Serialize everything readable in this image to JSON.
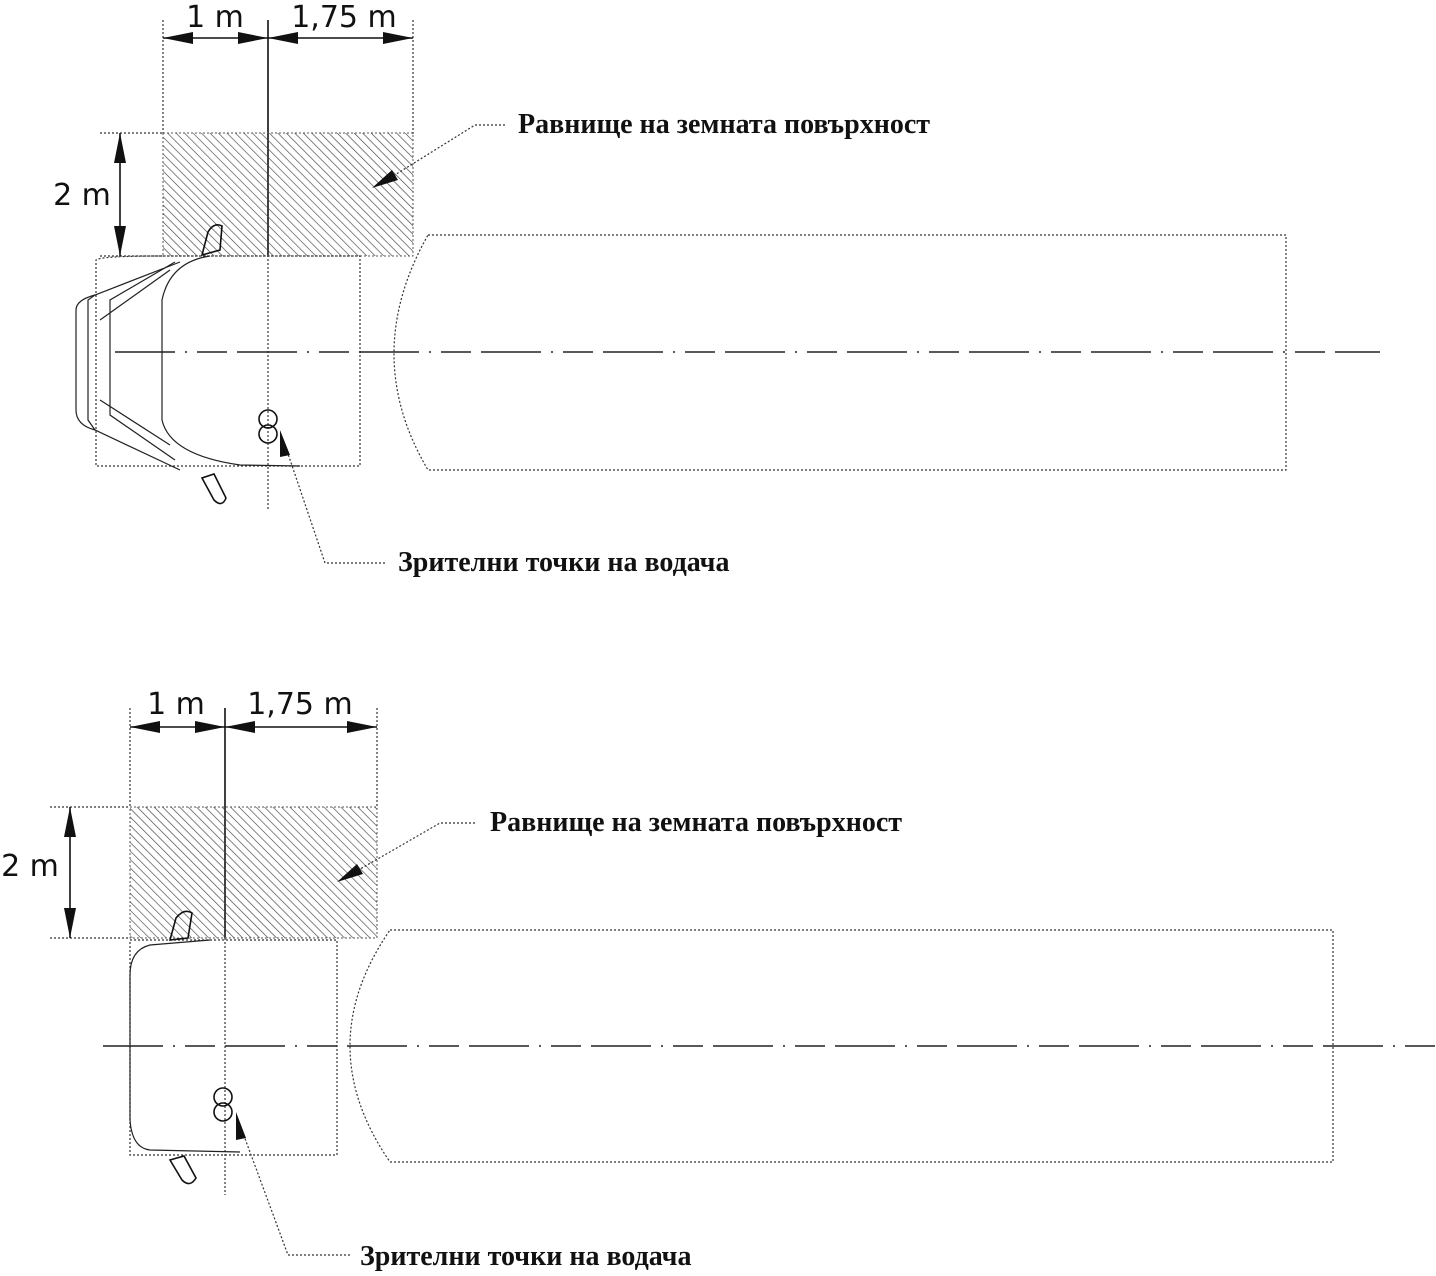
{
  "figures": [
    {
      "id": "top",
      "dim_width_left": "1 m",
      "dim_width_right": "1,75 m",
      "dim_height": "2 m",
      "label_ground": "Равнище на земната повърхност",
      "label_eyes": "Зрителни точки на водача"
    },
    {
      "id": "bottom",
      "dim_width_left": "1 m",
      "dim_width_right": "1,75 m",
      "dim_height": "2 m",
      "label_ground": "Равнище на земната повърхност",
      "label_eyes": "Зрителни точки на водача"
    }
  ],
  "colors": {
    "ink": "#111111",
    "hatch": "#333333",
    "background": "#ffffff"
  }
}
